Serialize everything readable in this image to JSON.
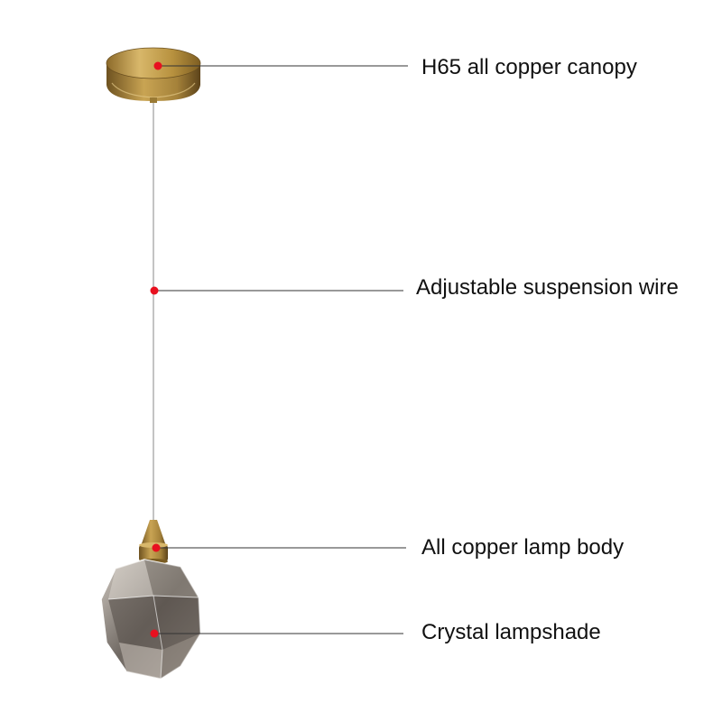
{
  "annotations": [
    {
      "id": "canopy",
      "label": "H65 all copper canopy"
    },
    {
      "id": "wire",
      "label": "Adjustable suspension wire"
    },
    {
      "id": "body",
      "label": "All copper lamp body"
    },
    {
      "id": "shade",
      "label": "Crystal lampshade"
    }
  ],
  "colors": {
    "marker": "#e8101f",
    "leader_line": "#333333",
    "brass": "#b8923f",
    "crystal": "#6f6862"
  }
}
